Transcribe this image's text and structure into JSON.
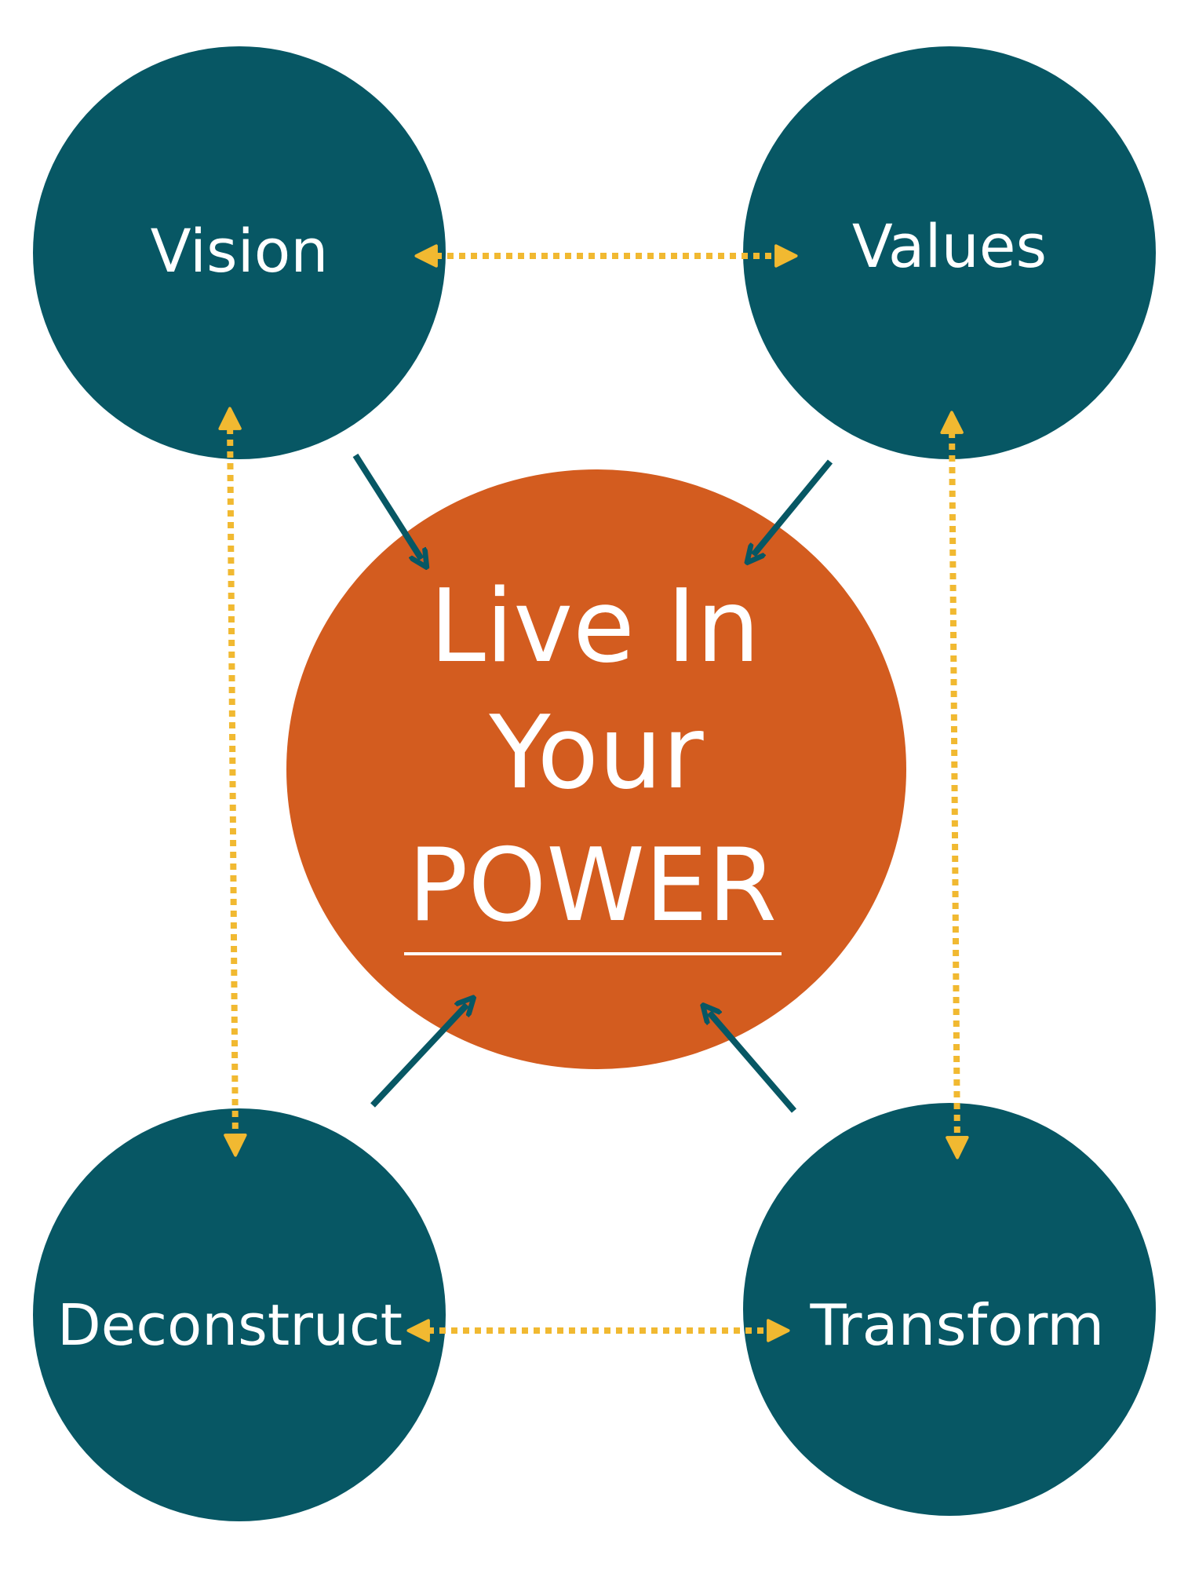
{
  "colors": {
    "background": "#ffffff",
    "node": "#075764",
    "center": "#d35c1f",
    "dotted_arrow": "#f1b931",
    "solid_arrow": "#075764",
    "text": "#ffffff"
  },
  "nodes": {
    "vision": {
      "label": "Vision"
    },
    "values": {
      "label": "Values"
    },
    "deconstruct": {
      "label": "Deconstruct"
    },
    "transform": {
      "label": "Transform"
    }
  },
  "center": {
    "line1": "Live In",
    "line2": "Your",
    "line3": "POWER"
  },
  "connections": [
    {
      "from": "vision",
      "to": "values",
      "style": "dotted",
      "direction": "both"
    },
    {
      "from": "vision",
      "to": "deconstruct",
      "style": "dotted",
      "direction": "both"
    },
    {
      "from": "values",
      "to": "transform",
      "style": "dotted",
      "direction": "both"
    },
    {
      "from": "deconstruct",
      "to": "transform",
      "style": "dotted",
      "direction": "both"
    },
    {
      "from": "vision",
      "to": "center",
      "style": "solid",
      "direction": "forward"
    },
    {
      "from": "values",
      "to": "center",
      "style": "solid",
      "direction": "forward"
    },
    {
      "from": "deconstruct",
      "to": "center",
      "style": "solid",
      "direction": "forward"
    },
    {
      "from": "transform",
      "to": "center",
      "style": "solid",
      "direction": "forward"
    }
  ]
}
